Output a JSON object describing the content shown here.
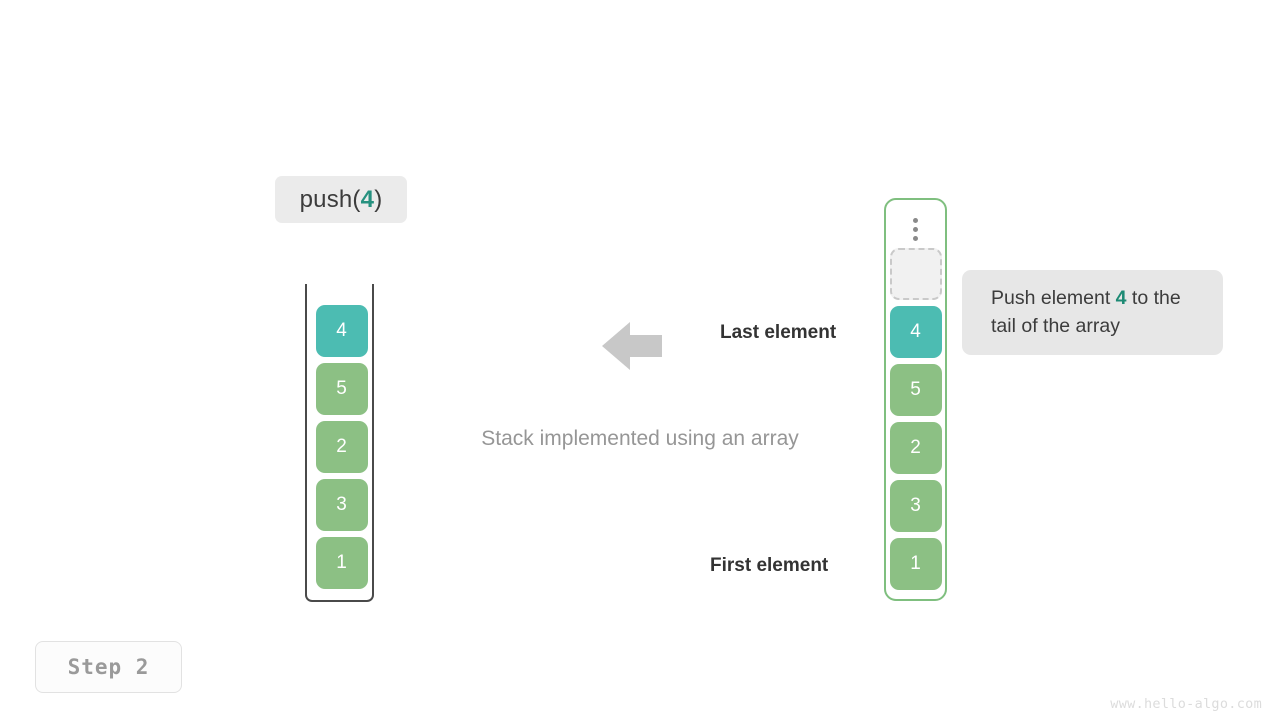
{
  "operation": {
    "prefix": "push(",
    "argument": "4",
    "suffix": ")",
    "accent_color": "#26917f"
  },
  "stack_panel": {
    "name": "stack-implemented-using-an-array",
    "caption": "Stack implemented using an array",
    "border_color": "#4a4a4a",
    "elements": [
      {
        "value": "4",
        "state": "highlight"
      },
      {
        "value": "5",
        "state": "normal"
      },
      {
        "value": "2",
        "state": "normal"
      },
      {
        "value": "3",
        "state": "normal"
      },
      {
        "value": "1",
        "state": "normal"
      }
    ]
  },
  "array_panel": {
    "border_color": "#7fbf7f",
    "ellipsis": "vertical-ellipsis",
    "slots": [
      {
        "value": "",
        "state": "empty"
      },
      {
        "value": "4",
        "state": "highlight"
      },
      {
        "value": "5",
        "state": "normal"
      },
      {
        "value": "2",
        "state": "normal"
      },
      {
        "value": "3",
        "state": "normal"
      },
      {
        "value": "1",
        "state": "normal"
      }
    ]
  },
  "annotation": {
    "text_before": "Push element ",
    "accent": "4",
    "text_after": " to the tail of the array",
    "accent_color": "#1d8a74"
  },
  "labels": {
    "last_element": "Last element",
    "first_element": "First element",
    "arrow_direction": "left"
  },
  "colors": {
    "element_normal": "#8cc084",
    "element_highlight": "#4cbcb2",
    "element_empty_fill": "#f1f1f1",
    "arrow": "#c8c8c8",
    "label_bg": "#ebebeb",
    "annotation_bg": "#e7e7e7"
  },
  "step": {
    "label": "Step 2"
  },
  "watermark": {
    "text": "www.hello-algo.com"
  }
}
